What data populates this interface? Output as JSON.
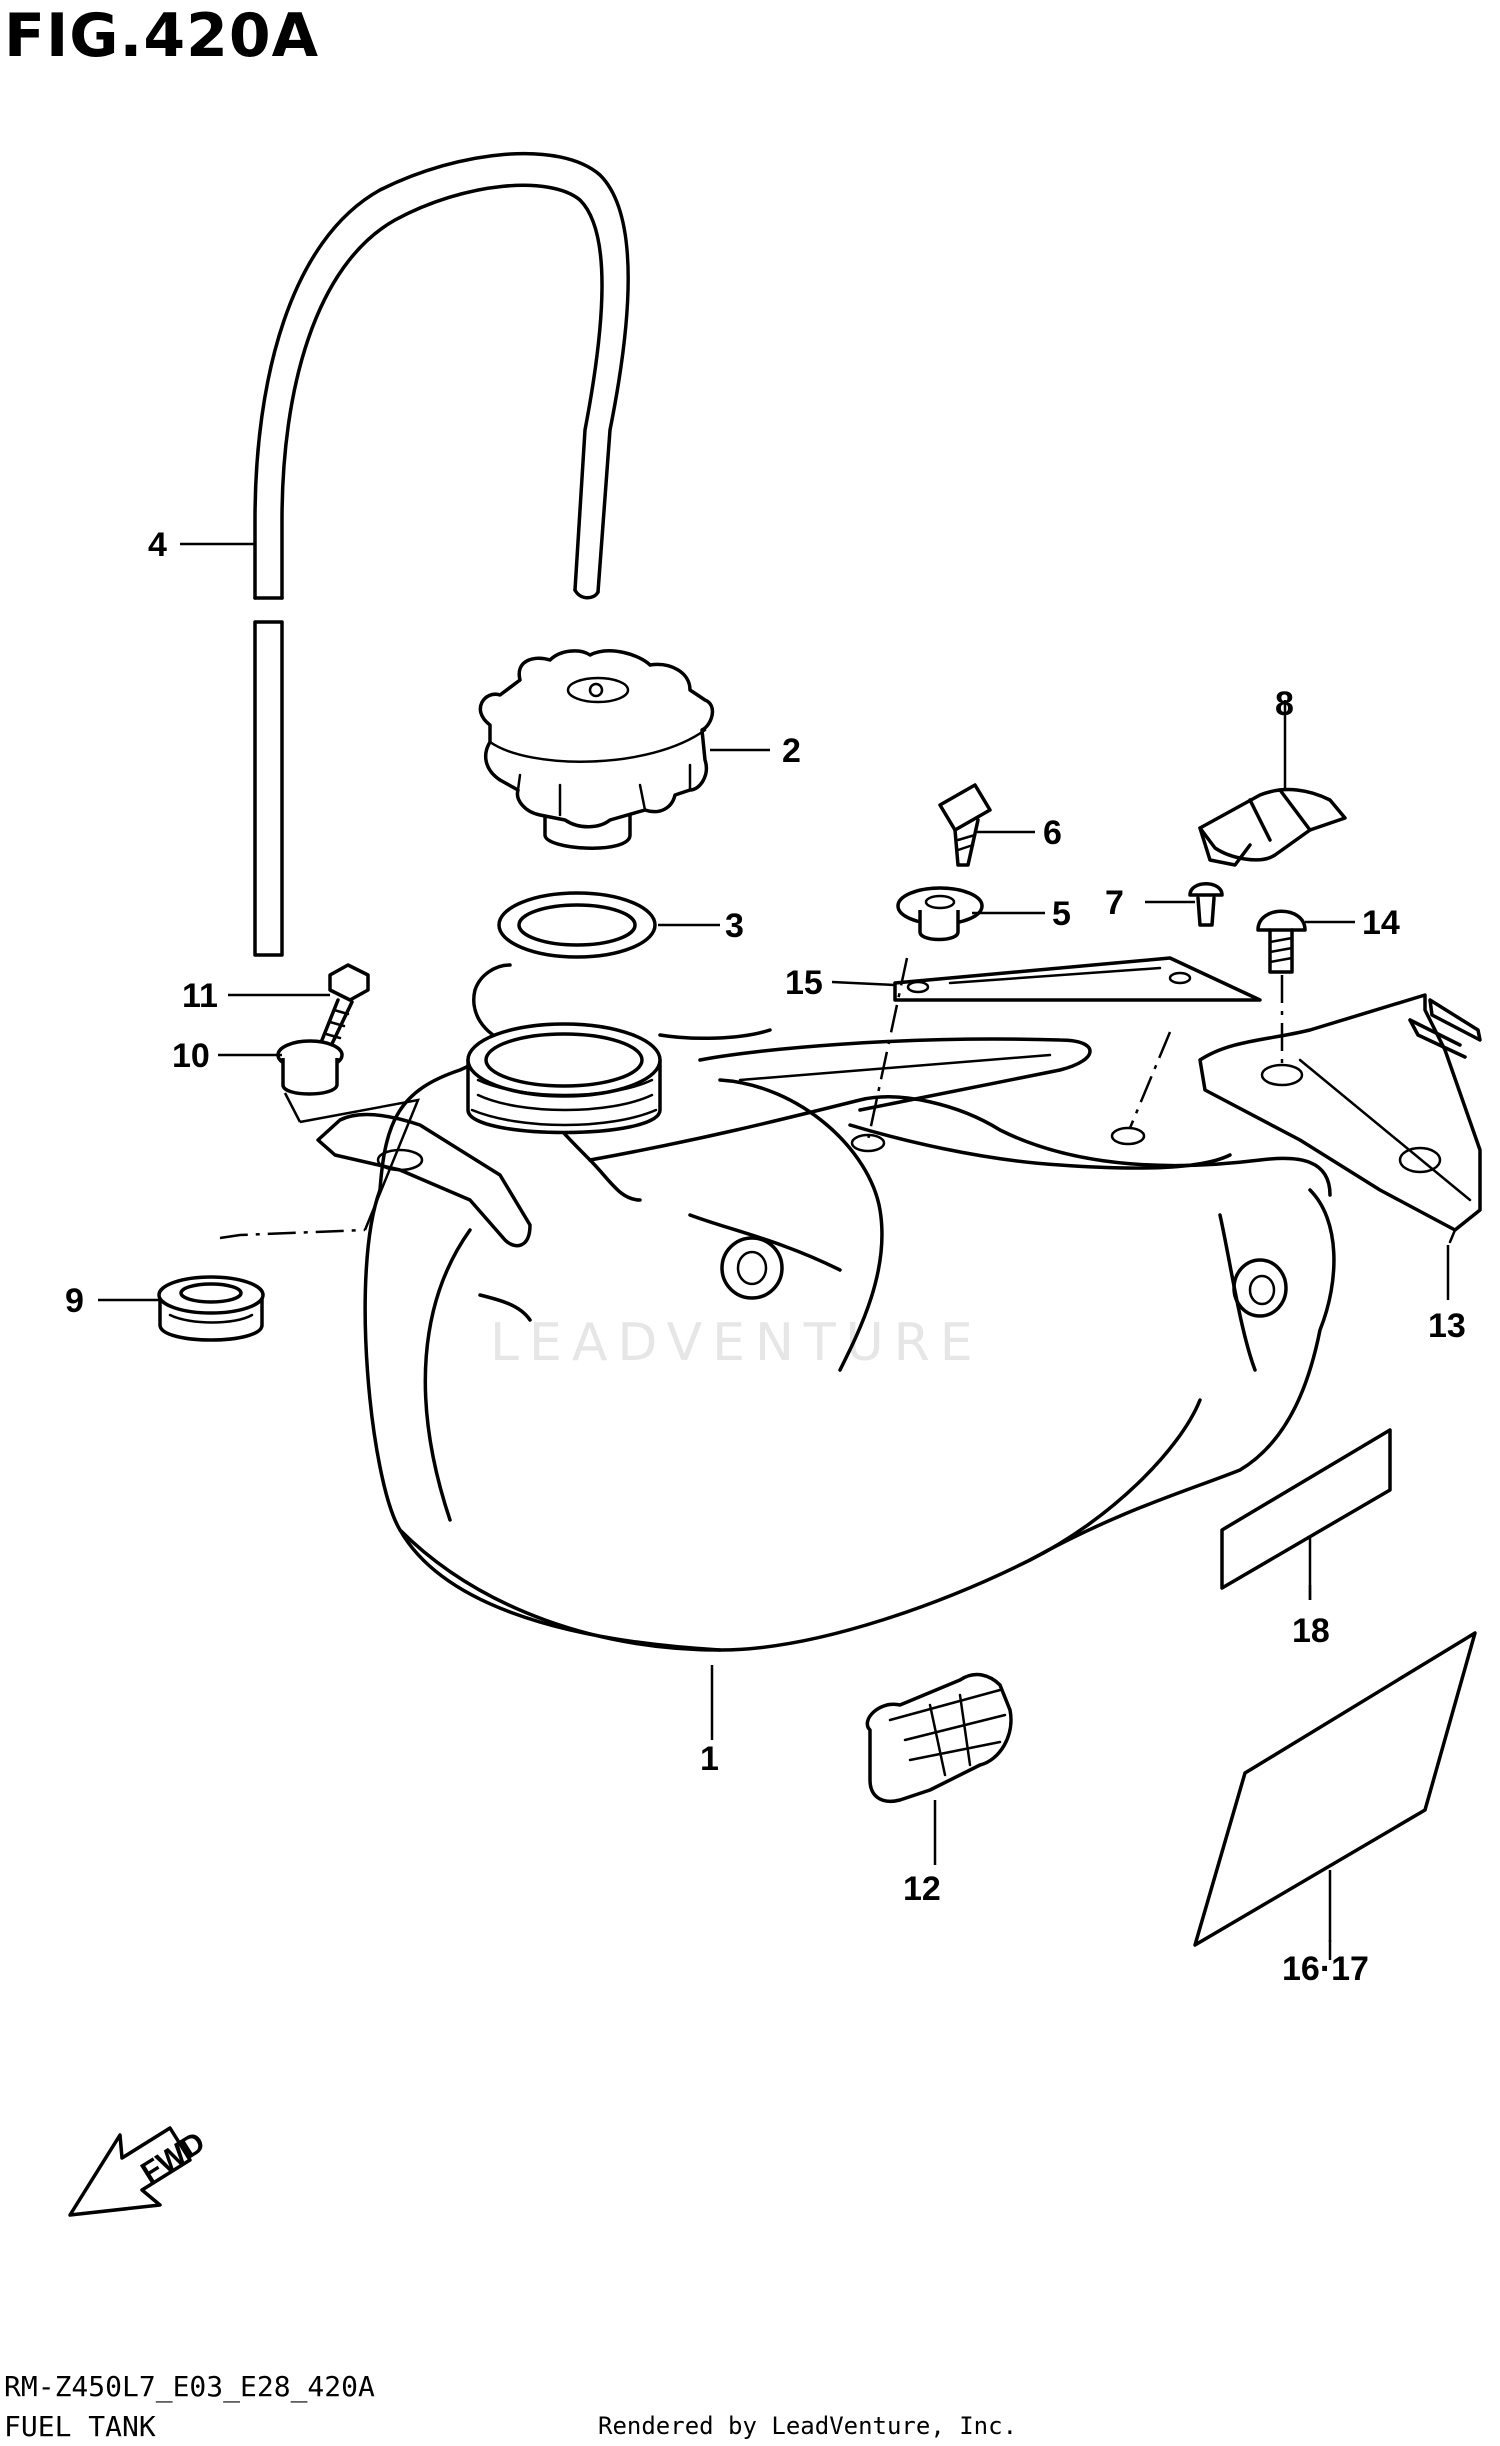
{
  "figure": {
    "title": "FIG.420A"
  },
  "watermark": "LEADVENTURE",
  "arrow_label": "FWD",
  "callouts": [
    "1",
    "2",
    "3",
    "4",
    "5",
    "6",
    "7",
    "8",
    "9",
    "10",
    "11",
    "12",
    "13",
    "14",
    "15",
    "16·17",
    "18"
  ],
  "footer": {
    "model_code": "RM-Z450L7_E03_E28_420A",
    "section": "FUEL TANK",
    "credit": "Rendered by LeadVenture, Inc."
  }
}
